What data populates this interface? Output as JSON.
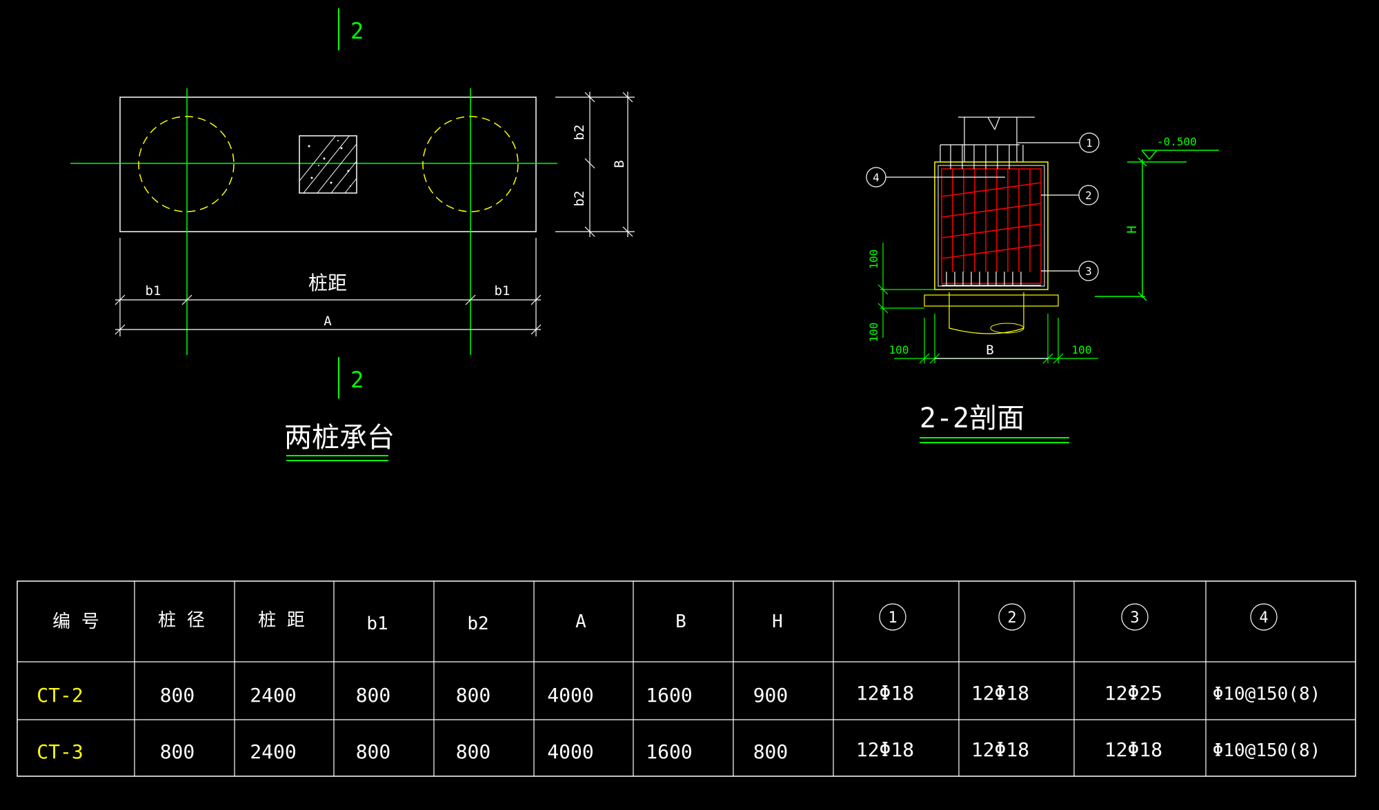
{
  "plan": {
    "section_mark": "2",
    "title": "两桩承台",
    "dims": {
      "b1": "b1",
      "pile_spacing": "桩距",
      "A": "A",
      "b2": "b2",
      "B": "B"
    }
  },
  "section": {
    "title": "2-2剖面",
    "elevation": "-0.500",
    "dims": {
      "d100": "100",
      "H": "H",
      "B": "B"
    },
    "callouts": [
      "1",
      "2",
      "3",
      "4"
    ]
  },
  "table": {
    "headers": [
      "编 号",
      "桩 径",
      "桩 距",
      "b1",
      "b2",
      "A",
      "B",
      "H",
      "1",
      "2",
      "3",
      "4"
    ],
    "rows": [
      [
        "CT-2",
        "800",
        "2400",
        "800",
        "800",
        "4000",
        "1600",
        "900",
        "12Φ18",
        "12Φ18",
        "12Φ25",
        "Φ10@150(8)"
      ],
      [
        "CT-3",
        "800",
        "2400",
        "800",
        "800",
        "4000",
        "1600",
        "800",
        "12Φ18",
        "12Φ18",
        "12Φ18",
        "Φ10@150(8)"
      ]
    ]
  },
  "colors": {
    "line": "#ffffff",
    "axis": "#00ff00",
    "pile": "#ffff00",
    "rebar": "#ff0000",
    "code": "#ffff00",
    "title": "#ffffff"
  }
}
